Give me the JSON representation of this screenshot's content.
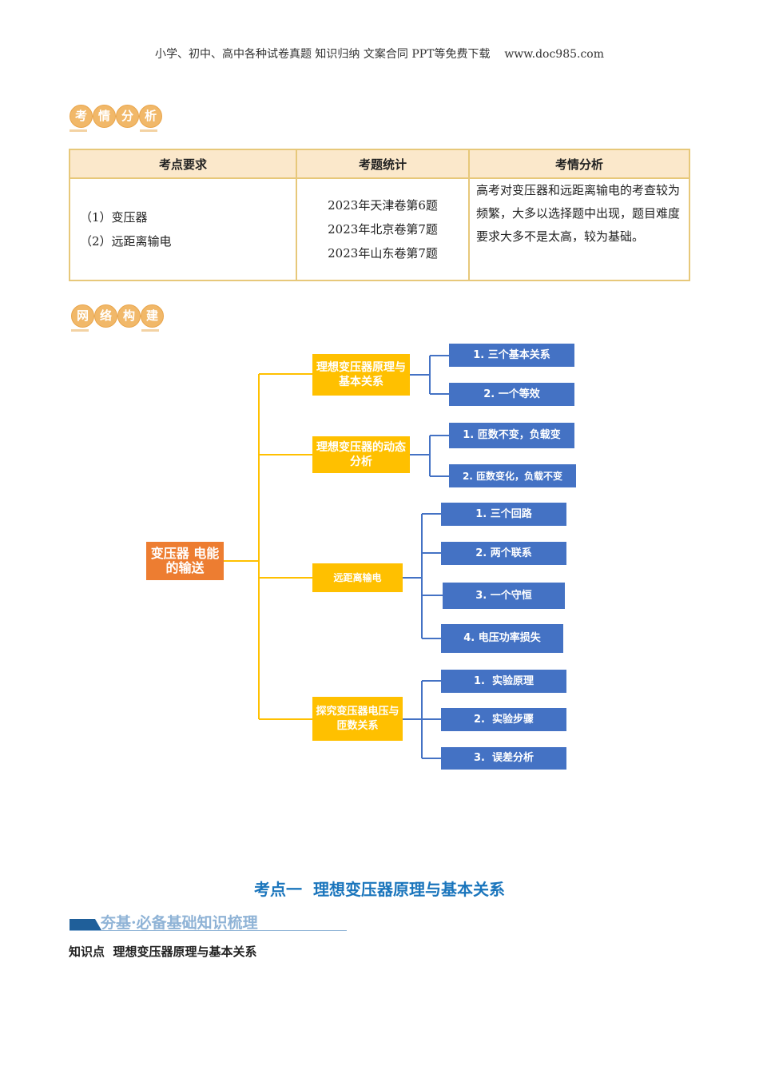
{
  "header": {
    "text": "小学、初中、高中各种试卷真题  知识归纳  文案合同  PPT等免费下载",
    "url": "www.doc985.com"
  },
  "section1": {
    "badge": [
      "考",
      "情",
      "分",
      "析"
    ]
  },
  "table": {
    "headers": [
      "考点要求",
      "考题统计",
      "考情分析"
    ],
    "requirements": [
      "（1）变压器",
      "（2）远距离输电"
    ],
    "stats": [
      "2023年天津卷第6题",
      "2023年北京卷第7题",
      "2023年山东卷第7题"
    ],
    "analysis": "高考对变压器和远距离输电的考查较为频繁，大多以选择题中出现，题目难度要求大多不是太高，较为基础。"
  },
  "section2": {
    "badge": [
      "网",
      "络",
      "构",
      "建"
    ]
  },
  "mindmap": {
    "root": "变压器 电能的输送",
    "branches": [
      {
        "label": "理想变压器原理与基本关系",
        "children": [
          "1. 三个基本关系",
          "2. 一个等效"
        ]
      },
      {
        "label": "理想变压器的动态分析",
        "children": [
          "1. 匝数不变，负载变",
          "2. 匝数变化，负载不变"
        ]
      },
      {
        "label": "远距离输电",
        "children": [
          "1. 三个回路",
          "2. 两个联系",
          "3. 一个守恒",
          "4. 电压功率损失"
        ]
      },
      {
        "label": "探究变压器电压与匝数关系",
        "children": [
          "1.  实验原理",
          "2.  实验步骤",
          "3.  误差分析"
        ]
      }
    ]
  },
  "kaodian": {
    "title": "考点一  理想变压器原理与基本关系",
    "subtitle": "夯基·必备基础知识梳理",
    "point": "知识点  理想变压器原理与基本关系"
  },
  "colors": {
    "orange": "#ED7D31",
    "yellow": "#FFC000",
    "blue": "#4472C4",
    "title_blue": "#1A75BC"
  }
}
